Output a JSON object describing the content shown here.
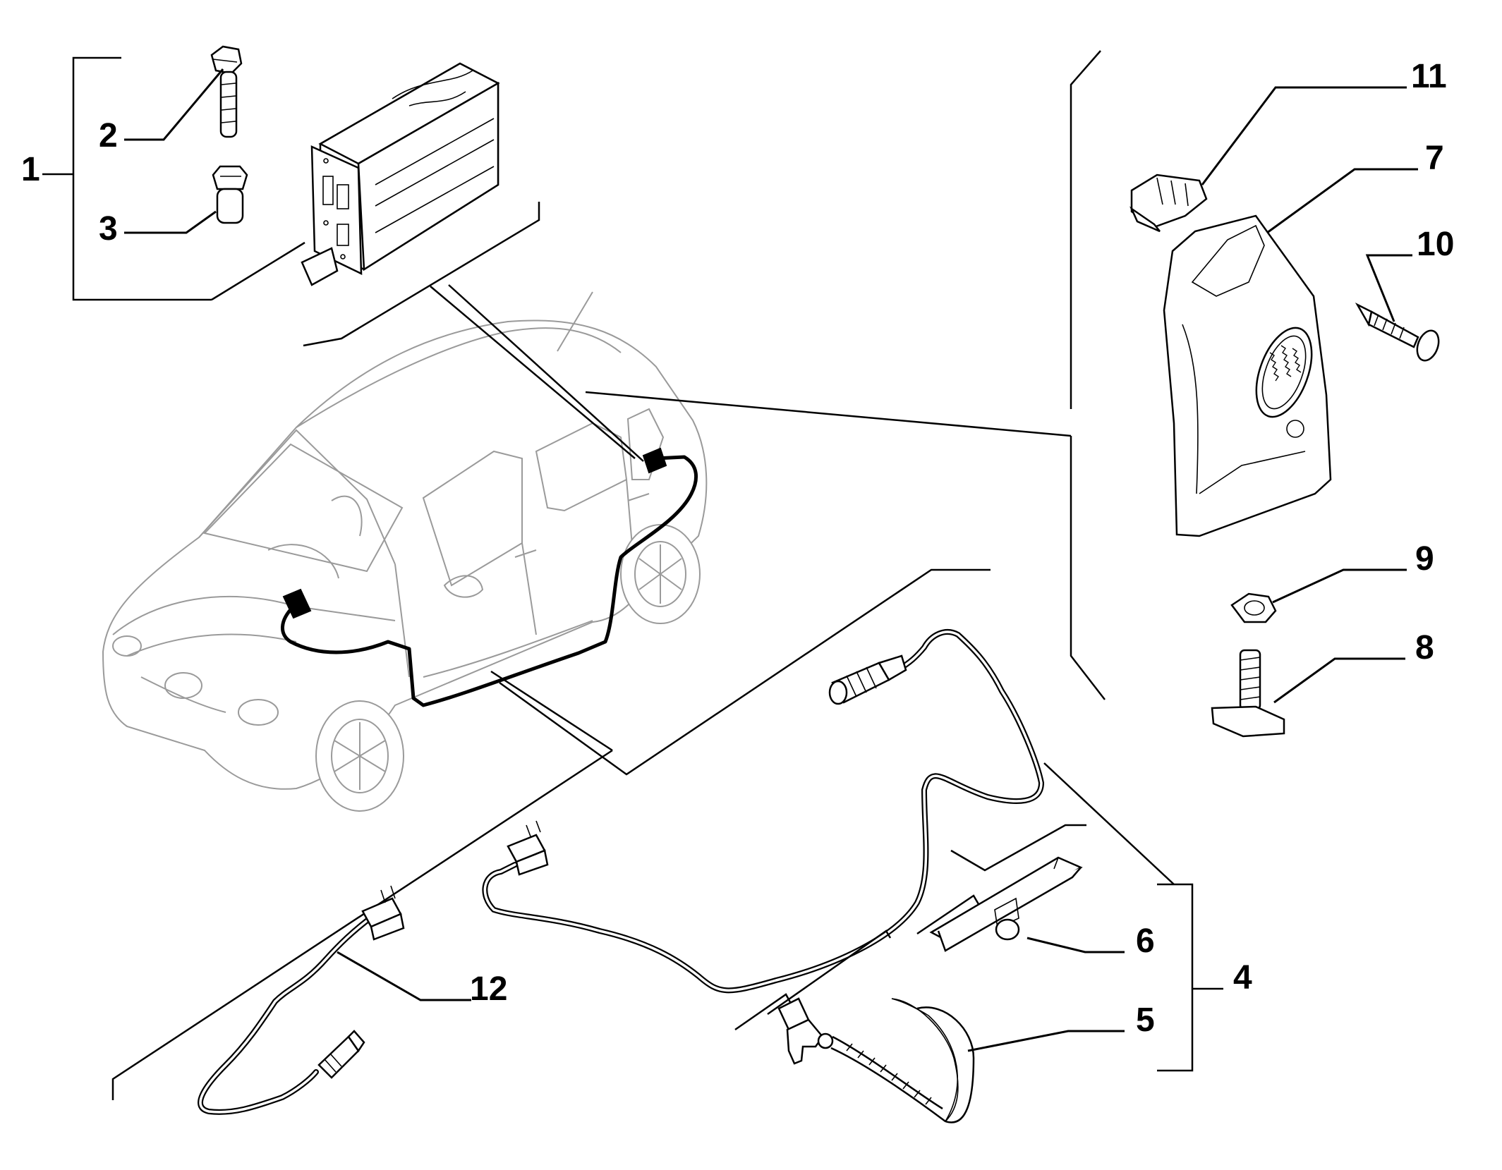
{
  "callouts": {
    "c1": "1",
    "c2": "2",
    "c3": "3",
    "c4": "4",
    "c5": "5",
    "c6": "6",
    "c7": "7",
    "c8": "8",
    "c9": "9",
    "c10": "10",
    "c11": "11",
    "c12": "12"
  },
  "icons": {
    "car": "vehicle-outline-icon",
    "module": "control-module-icon",
    "speaker": "speaker-housing-icon",
    "cable": "cable-harness-icon"
  },
  "colors": {
    "line": "#000000",
    "car_outline": "#9a9a9a",
    "background": "#ffffff"
  }
}
